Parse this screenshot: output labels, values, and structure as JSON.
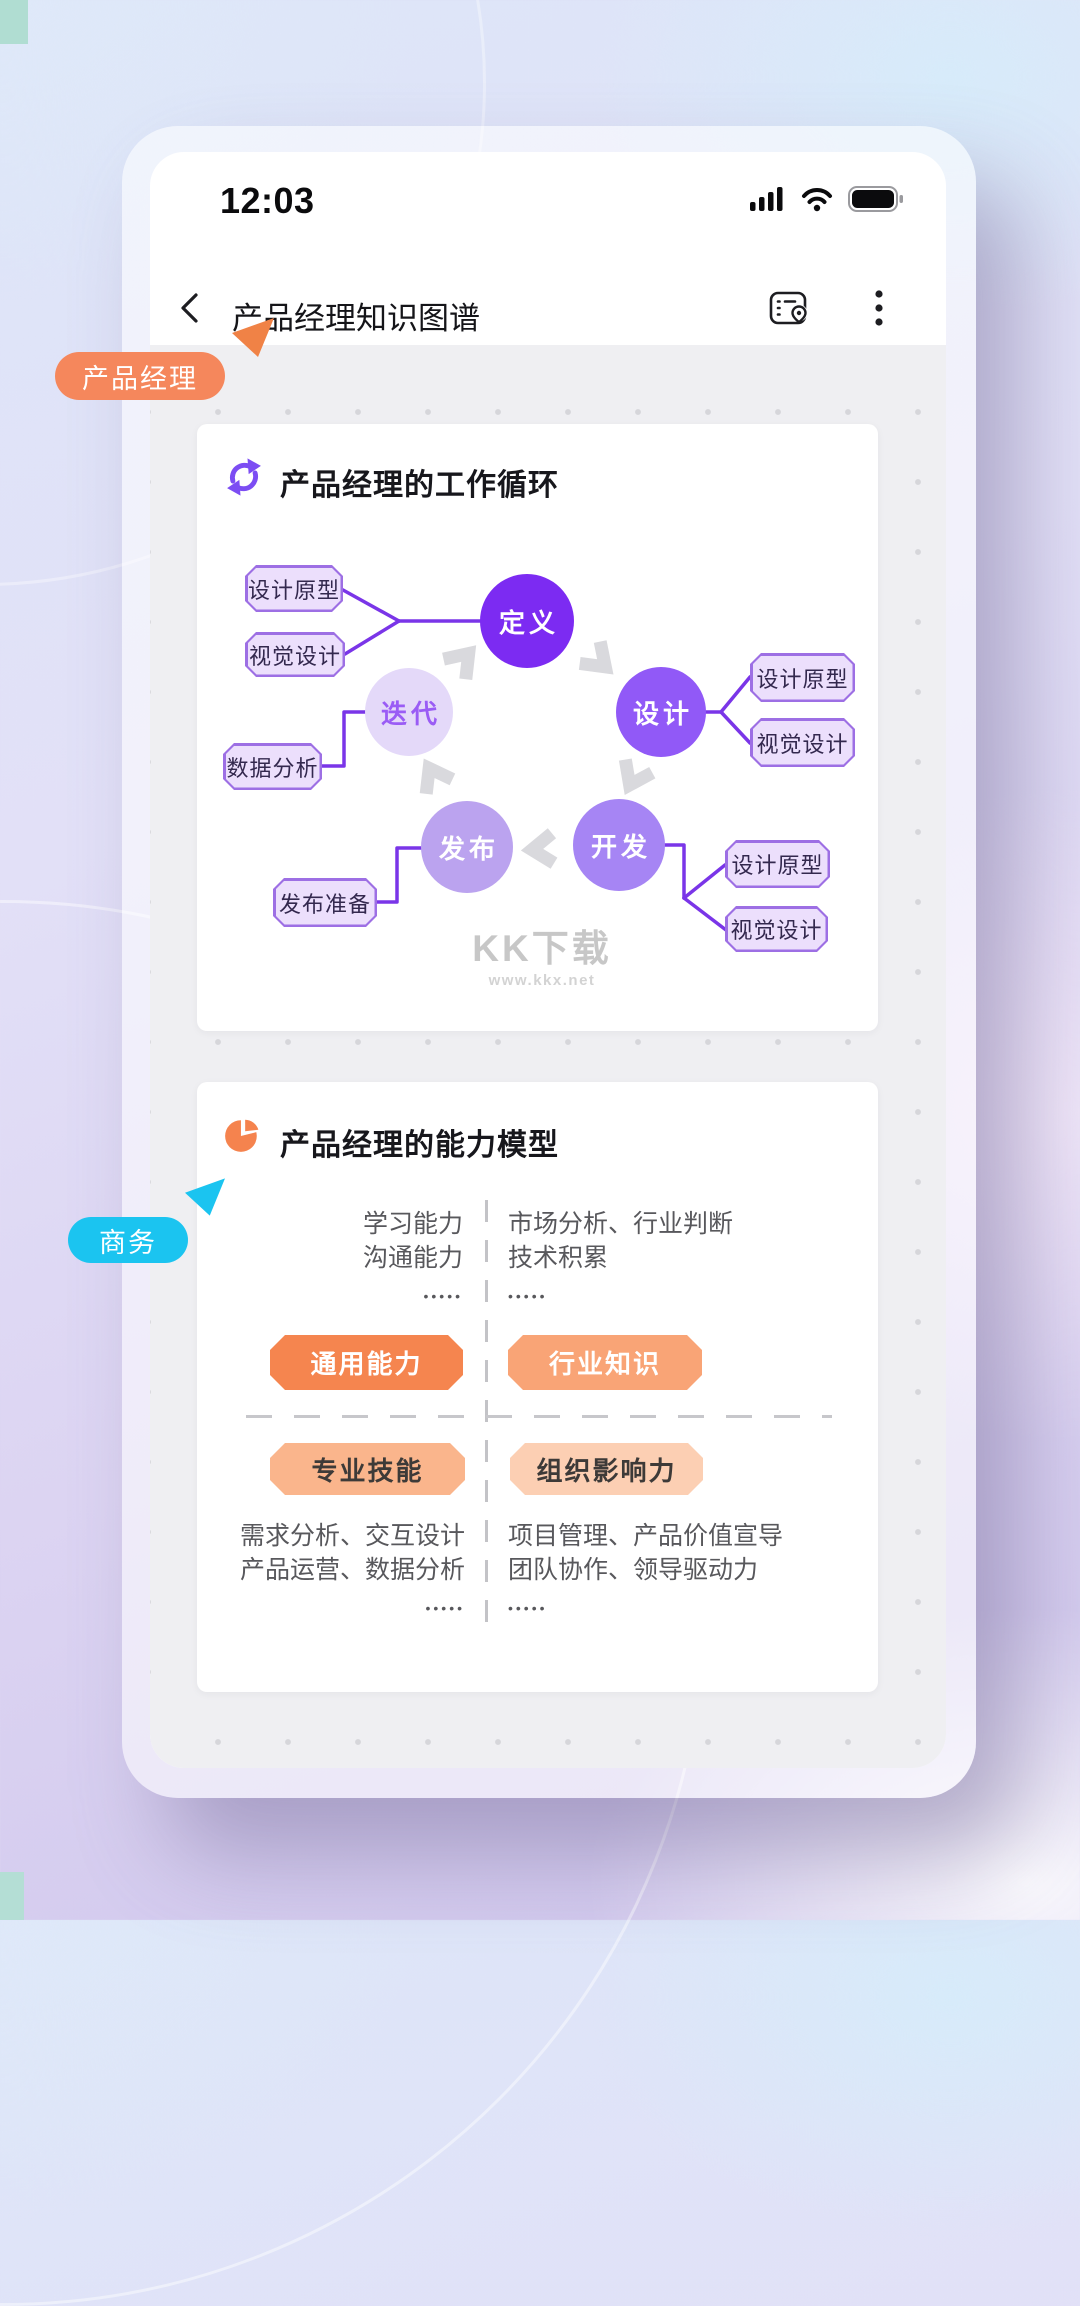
{
  "status_bar": {
    "time": "12:03"
  },
  "header": {
    "title": "产品经理知识图谱"
  },
  "cursor_tags": {
    "pm": {
      "label": "产品经理",
      "color": "#F5875C"
    },
    "biz": {
      "label": "商务",
      "color": "#1BC4F0"
    }
  },
  "work_cycle_card": {
    "title": "产品经理的工作循环",
    "nodes": [
      {
        "id": "define",
        "label": "定义"
      },
      {
        "id": "design",
        "label": "设计"
      },
      {
        "id": "develop",
        "label": "开发"
      },
      {
        "id": "release",
        "label": "发布"
      },
      {
        "id": "iterate",
        "label": "迭代"
      }
    ],
    "tags": [
      {
        "label": "设计原型"
      },
      {
        "label": "视觉设计"
      },
      {
        "label": "数据分析"
      },
      {
        "label": "发布准备"
      },
      {
        "label": "设计原型"
      },
      {
        "label": "视觉设计"
      },
      {
        "label": "设计原型"
      },
      {
        "label": "视觉设计"
      }
    ],
    "watermark": {
      "title": "KK下载",
      "url": "www.kkx.net"
    }
  },
  "ability_card": {
    "title": "产品经理的能力模型",
    "quadrants": [
      {
        "button": "通用能力",
        "items": [
          "学习能力",
          "沟通能力",
          "•••••"
        ]
      },
      {
        "button": "行业知识",
        "items": [
          "市场分析、行业判断",
          "技术积累",
          "•••••"
        ]
      },
      {
        "button": "专业技能",
        "items": [
          "需求分析、交互设计",
          "产品运营、数据分析",
          "•••••"
        ]
      },
      {
        "button": "组织影响力",
        "items": [
          "项目管理、产品价值宣导",
          "团队协作、领导驱动力",
          "•••••"
        ]
      }
    ]
  },
  "colors": {
    "accent_purple": "#7C2BF2",
    "accent_orange": "#F5854F",
    "accent_cyan": "#1BC4F0"
  }
}
